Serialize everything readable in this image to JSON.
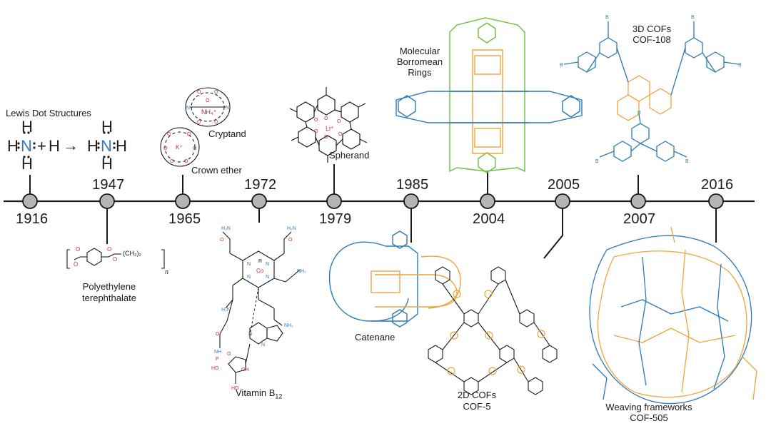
{
  "timeline": {
    "events": [
      {
        "year": "1916",
        "label": "Lewis Dot Structures"
      },
      {
        "year": "1947",
        "label_line1": "Polyethylene",
        "label_line2": "terephthalate"
      },
      {
        "year": "1965",
        "label": "Crown ether"
      },
      {
        "year": "1965",
        "label": "Cryptand"
      },
      {
        "year": "1972",
        "label": "Vitamin B",
        "subscript": "12"
      },
      {
        "year": "1979",
        "label": "Spherand"
      },
      {
        "year": "1985",
        "label": "Catenane"
      },
      {
        "year": "2004",
        "label_line1": "Molecular",
        "label_line2": "Borromean",
        "label_line3": "Rings"
      },
      {
        "year": "2005",
        "label_line1": "2D COFs",
        "label_line2": "COF-5"
      },
      {
        "year": "2007",
        "label_line1": "3D COFs",
        "label_line2": "COF-108"
      },
      {
        "year": "2016",
        "label_line1": "Weaving frameworks",
        "label_line2": "COF-505"
      }
    ]
  },
  "lewis": {
    "atom_h": "H",
    "atom_n": "N",
    "plus": "+",
    "arrow": "→"
  },
  "pet": {
    "subscript_n": "n",
    "ch2": "(CH₂)₂"
  },
  "atoms": {
    "k": "K⁺",
    "nh4": "NH₄⁺",
    "li": "Li⁺",
    "co": "Co",
    "r": "R",
    "n": "N",
    "o": "O",
    "b": "B"
  },
  "colors": {
    "line": "#1a1a1a",
    "node": "#b5b5b5",
    "blue": "#2a7ab8",
    "orange": "#f0a33a",
    "green": "#6abf3b",
    "red": "#d12a2a",
    "pink": "#c2185b"
  }
}
